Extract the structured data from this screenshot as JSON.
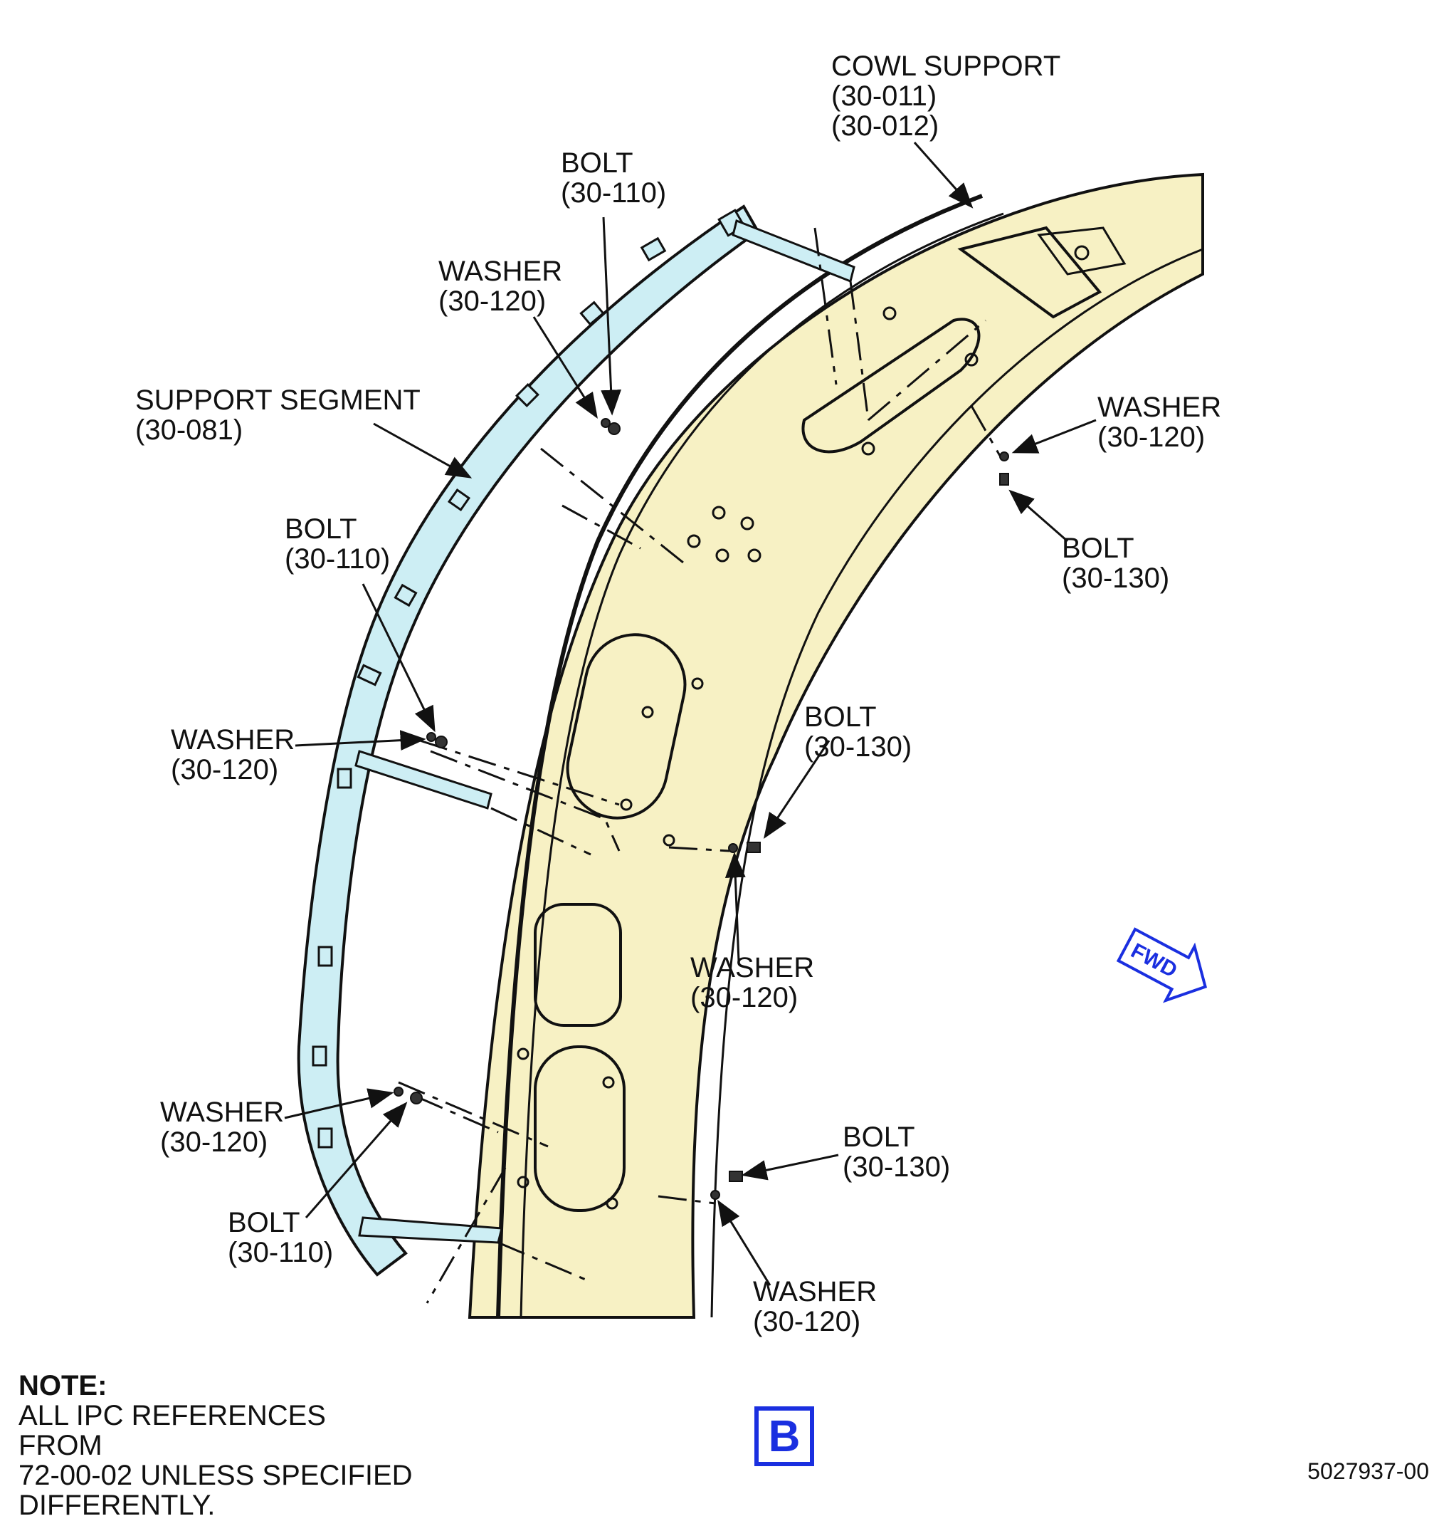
{
  "callouts": {
    "cowl_support": {
      "name": "COWL SUPPORT",
      "refs": [
        "(30-011)",
        "(30-012)"
      ]
    },
    "bolt_top": {
      "name": "BOLT",
      "ref": "(30-110)"
    },
    "washer_top": {
      "name": "WASHER",
      "ref": "(30-120)"
    },
    "support_segment": {
      "name": "SUPPORT SEGMENT",
      "ref": "(30-081)"
    },
    "bolt_mid": {
      "name": "BOLT",
      "ref": "(30-110)"
    },
    "washer_mid": {
      "name": "WASHER",
      "ref": "(30-120)"
    },
    "washer_bot": {
      "name": "WASHER",
      "ref": "(30-120)"
    },
    "bolt_bot": {
      "name": "BOLT",
      "ref": "(30-110)"
    },
    "washer_right_top": {
      "name": "WASHER",
      "ref": "(30-120)"
    },
    "bolt_right_top": {
      "name": "BOLT",
      "ref": "(30-130)"
    },
    "bolt_center": {
      "name": "BOLT",
      "ref": "(30-130)"
    },
    "washer_center": {
      "name": "WASHER",
      "ref": "(30-120)"
    },
    "bolt_right_bot": {
      "name": "BOLT",
      "ref": "(30-130)"
    },
    "washer_right_bot": {
      "name": "WASHER",
      "ref": "(30-120)"
    }
  },
  "direction_arrow": {
    "label": "FWD"
  },
  "note": {
    "title": "NOTE:",
    "body": "ALL IPC REFERENCES FROM\n72-00-02 UNLESS SPECIFIED\nDIFFERENTLY."
  },
  "view": {
    "label": "B"
  },
  "figure_number": "5027937-00",
  "colors": {
    "frame_fill": "#f7f1c4",
    "segment_fill": "#cdeef4",
    "accent": "#1a2fe0",
    "line": "#111111"
  }
}
